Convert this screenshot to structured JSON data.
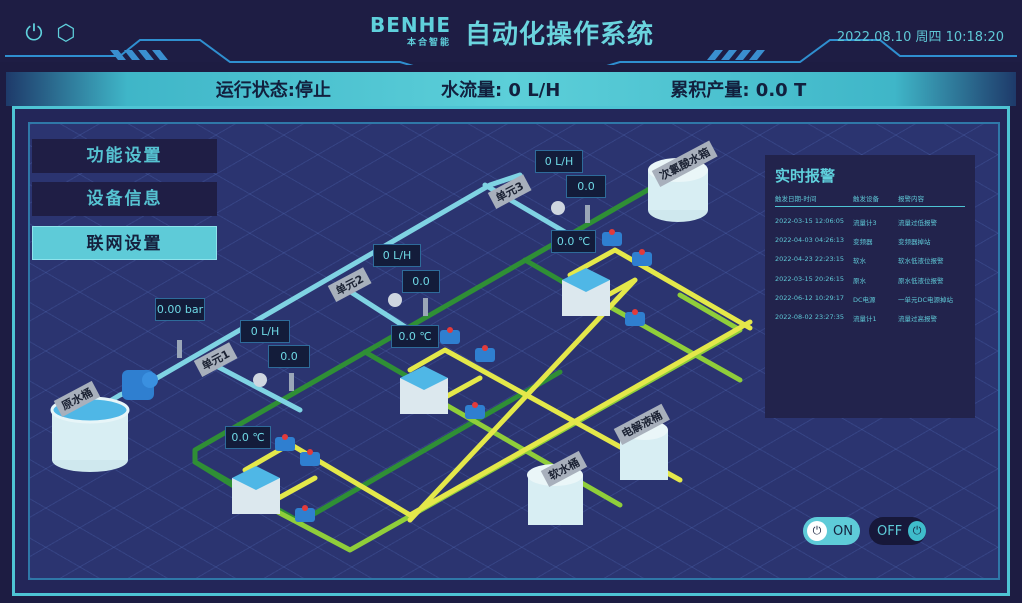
{
  "header": {
    "logo": "BENHE",
    "logo_sub": "本合智能",
    "title": "自动化操作系统",
    "datetime": "2022.08.10  周四  10:18:20",
    "icons": [
      "power-icon",
      "settings-icon"
    ]
  },
  "status": {
    "run_state": "运行状态:停止",
    "flow": "水流量:  0   L/H",
    "total": "累积产量:  0.0   T"
  },
  "menu": [
    {
      "label": "功能设置"
    },
    {
      "label": "设备信息"
    },
    {
      "label": "联网设置",
      "active": true
    }
  ],
  "alarm": {
    "title": "实时报警",
    "headers": [
      "触发日期-时间",
      "触发设备",
      "报警内容"
    ],
    "rows": [
      [
        "2022-03-15  12:06:05",
        "流量计3",
        "流量过低报警"
      ],
      [
        "2022-04-03  04:26:13",
        "变频器",
        "变频器掉站"
      ],
      [
        "2022-04-23  22:23:15",
        "软水",
        "软水低液位报警"
      ],
      [
        "2022-03-15  20:26:15",
        "原水",
        "原水低液位报警"
      ],
      [
        "2022-06-12  10:29:17",
        "DC电源",
        "一单元DC电源掉站"
      ],
      [
        "2022-08-02  23:27:35",
        "流量计1",
        "流量过高报警"
      ]
    ]
  },
  "diagram": {
    "pressure": "0.00 bar",
    "units": [
      {
        "label": "单元1",
        "flow": "0  L/H",
        "value": "0.0",
        "temp": "0.0 ℃"
      },
      {
        "label": "单元2",
        "flow": "0  L/H",
        "value": "0.0",
        "temp": "0.0 ℃"
      },
      {
        "label": "单元3",
        "flow": "0  L/H",
        "value": "0.0",
        "temp": "0.0 ℃"
      }
    ],
    "tanks": {
      "raw": "原水桶",
      "hypochlorite": "次氯酸水箱",
      "electrolyte": "电解液桶",
      "soft": "软水桶"
    }
  },
  "toggles": {
    "on": "ON",
    "off": "OFF"
  },
  "colors": {
    "accent": "#5fd0dc",
    "background": "#1d1c42",
    "pipe_blue": "#7fd3e3",
    "pipe_green": "#3a9a3a",
    "pipe_yellow": "#e6e84a"
  }
}
